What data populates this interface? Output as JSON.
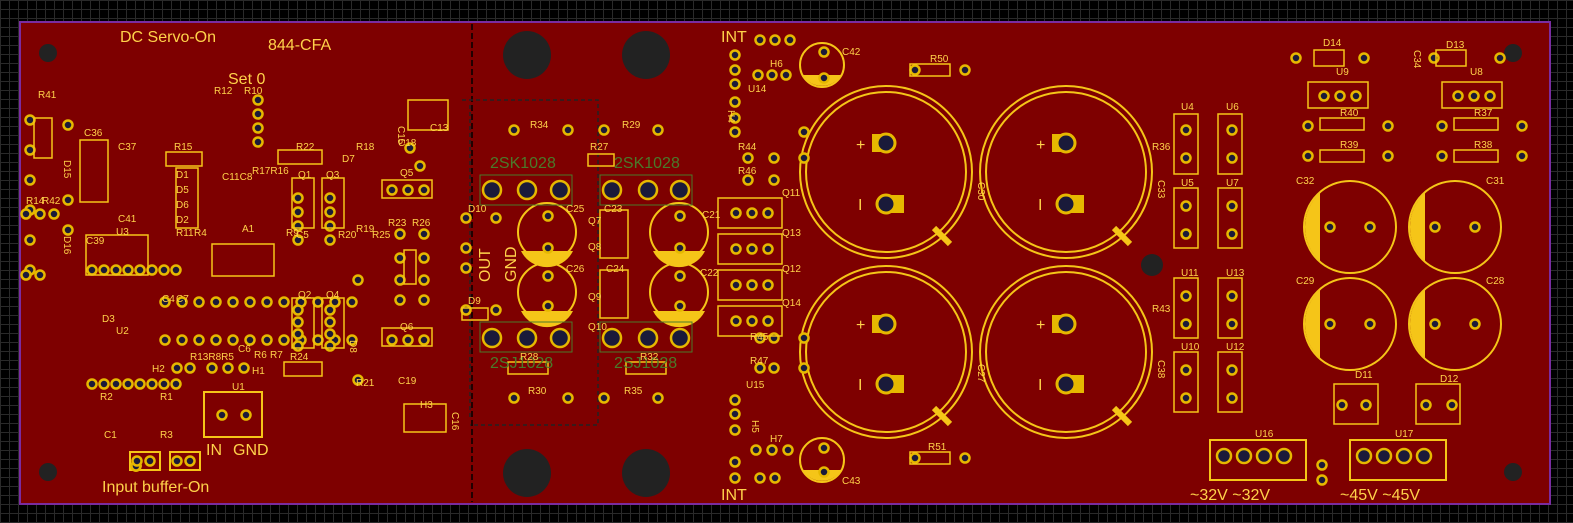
{
  "board": {
    "title": "844-CFA",
    "labels": {
      "dc_servo": "DC Servo-On",
      "set0": "Set 0",
      "input_buffer": "Input buffer-On",
      "in": "IN",
      "gnd": "GND",
      "out": "OUT",
      "gnd2": "GND",
      "int_top": "INT",
      "int_bottom": "INT",
      "v32": "~32V ~32V",
      "v45": "~45V ~45V",
      "u16": "U16",
      "u17": "U17"
    },
    "refdes": [
      {
        "id": "R41",
        "t": "R41"
      },
      {
        "id": "D15",
        "t": "D15"
      },
      {
        "id": "C36",
        "t": "C36"
      },
      {
        "id": "C37",
        "t": "C37"
      },
      {
        "id": "C41",
        "t": "C41"
      },
      {
        "id": "R14",
        "t": "R14"
      },
      {
        "id": "R42",
        "t": "R42"
      },
      {
        "id": "D16",
        "t": "D16"
      },
      {
        "id": "C39",
        "t": "C39"
      },
      {
        "id": "U3",
        "t": "U3"
      },
      {
        "id": "R15",
        "t": "R15"
      },
      {
        "id": "D1",
        "t": "D1"
      },
      {
        "id": "D5",
        "t": "D5"
      },
      {
        "id": "D6",
        "t": "D6"
      },
      {
        "id": "D2",
        "t": "D2"
      },
      {
        "id": "R11",
        "t": "R11"
      },
      {
        "id": "R4",
        "t": "R4"
      },
      {
        "id": "C11C8",
        "t": "C11C8"
      },
      {
        "id": "A1",
        "t": "A1"
      },
      {
        "id": "R17R16",
        "t": "R17R16"
      },
      {
        "id": "R12",
        "t": "R12"
      },
      {
        "id": "R10",
        "t": "R10"
      },
      {
        "id": "R22",
        "t": "R22"
      },
      {
        "id": "Q1",
        "t": "Q1"
      },
      {
        "id": "Q3",
        "t": "Q3"
      },
      {
        "id": "D7",
        "t": "D7"
      },
      {
        "id": "R18",
        "t": "R18"
      },
      {
        "id": "C18",
        "t": "C18"
      },
      {
        "id": "C15",
        "t": "C15"
      },
      {
        "id": "C13",
        "t": "C13"
      },
      {
        "id": "Q5",
        "t": "Q5"
      },
      {
        "id": "R23",
        "t": "R23"
      },
      {
        "id": "R26",
        "t": "R26"
      },
      {
        "id": "R20",
        "t": "R20"
      },
      {
        "id": "R19",
        "t": "R19"
      },
      {
        "id": "R25",
        "t": "R25"
      },
      {
        "id": "C5",
        "t": "C5"
      },
      {
        "id": "R9",
        "t": "R9"
      },
      {
        "id": "U2",
        "t": "U2"
      },
      {
        "id": "D3",
        "t": "D3"
      },
      {
        "id": "C4",
        "t": "C4"
      },
      {
        "id": "C7",
        "t": "C7"
      },
      {
        "id": "C6",
        "t": "C6"
      },
      {
        "id": "R13R8R5",
        "t": "R13R8R5"
      },
      {
        "id": "R6",
        "t": "R6"
      },
      {
        "id": "R7",
        "t": "R7"
      },
      {
        "id": "Q2",
        "t": "Q2"
      },
      {
        "id": "Q4",
        "t": "Q4"
      },
      {
        "id": "D8",
        "t": "D8"
      },
      {
        "id": "R24",
        "t": "R24"
      },
      {
        "id": "R21",
        "t": "R21"
      },
      {
        "id": "Q6",
        "t": "Q6"
      },
      {
        "id": "C19",
        "t": "C19"
      },
      {
        "id": "H2",
        "t": "H2"
      },
      {
        "id": "H1",
        "t": "H1"
      },
      {
        "id": "U1",
        "t": "U1"
      },
      {
        "id": "R2",
        "t": "R2"
      },
      {
        "id": "C1",
        "t": "C1"
      },
      {
        "id": "R1",
        "t": "R1"
      },
      {
        "id": "R3",
        "t": "R3"
      },
      {
        "id": "H3",
        "t": "H3"
      },
      {
        "id": "C16",
        "t": "C16"
      },
      {
        "id": "R34",
        "t": "R34"
      },
      {
        "id": "R29",
        "t": "R29"
      },
      {
        "id": "R27",
        "t": "R27"
      },
      {
        "id": "D10",
        "t": "D10"
      },
      {
        "id": "C25",
        "t": "C25"
      },
      {
        "id": "C23",
        "t": "C23"
      },
      {
        "id": "C21",
        "t": "C21"
      },
      {
        "id": "C26",
        "t": "C26"
      },
      {
        "id": "C24",
        "t": "C24"
      },
      {
        "id": "C22",
        "t": "C22"
      },
      {
        "id": "D9",
        "t": "D9"
      },
      {
        "id": "R28",
        "t": "R28"
      },
      {
        "id": "R32",
        "t": "R32"
      },
      {
        "id": "R30",
        "t": "R30"
      },
      {
        "id": "R35",
        "t": "R35"
      },
      {
        "id": "H6",
        "t": "H6"
      },
      {
        "id": "C42",
        "t": "C42"
      },
      {
        "id": "R50",
        "t": "R50"
      },
      {
        "id": "U14",
        "t": "U14"
      },
      {
        "id": "H4",
        "t": "H4"
      },
      {
        "id": "R44",
        "t": "R44"
      },
      {
        "id": "R46",
        "t": "R46"
      },
      {
        "id": "Q11",
        "t": "Q11"
      },
      {
        "id": "Q13",
        "t": "Q13"
      },
      {
        "id": "Q12",
        "t": "Q12"
      },
      {
        "id": "Q14",
        "t": "Q14"
      },
      {
        "id": "R45",
        "t": "R45"
      },
      {
        "id": "R47",
        "t": "R47"
      },
      {
        "id": "U15",
        "t": "U15"
      },
      {
        "id": "H5",
        "t": "H5"
      },
      {
        "id": "H7",
        "t": "H7"
      },
      {
        "id": "C43",
        "t": "C43"
      },
      {
        "id": "R51",
        "t": "R51"
      },
      {
        "id": "C30",
        "t": "C30"
      },
      {
        "id": "C27",
        "t": "C27"
      },
      {
        "id": "C33",
        "t": "C33"
      },
      {
        "id": "C38",
        "t": "C38"
      },
      {
        "id": "U4",
        "t": "U4"
      },
      {
        "id": "U6",
        "t": "U6"
      },
      {
        "id": "R36",
        "t": "R36"
      },
      {
        "id": "U5",
        "t": "U5"
      },
      {
        "id": "U7",
        "t": "U7"
      },
      {
        "id": "U11",
        "t": "U11"
      },
      {
        "id": "U13",
        "t": "U13"
      },
      {
        "id": "R43",
        "t": "R43"
      },
      {
        "id": "U10",
        "t": "U10"
      },
      {
        "id": "U12",
        "t": "U12"
      },
      {
        "id": "D14",
        "t": "D14"
      },
      {
        "id": "C34",
        "t": "C34"
      },
      {
        "id": "D13",
        "t": "D13"
      },
      {
        "id": "U9",
        "t": "U9"
      },
      {
        "id": "U8",
        "t": "U8"
      },
      {
        "id": "R40",
        "t": "R40"
      },
      {
        "id": "R37",
        "t": "R37"
      },
      {
        "id": "R39",
        "t": "R39"
      },
      {
        "id": "R38",
        "t": "R38"
      },
      {
        "id": "C32",
        "t": "C32"
      },
      {
        "id": "C31",
        "t": "C31"
      },
      {
        "id": "C29",
        "t": "C29"
      },
      {
        "id": "C28",
        "t": "C28"
      },
      {
        "id": "D11",
        "t": "D11"
      },
      {
        "id": "D12",
        "t": "D12"
      },
      {
        "id": "Q7",
        "t": "Q7"
      },
      {
        "id": "Q8",
        "t": "Q8"
      },
      {
        "id": "Q9",
        "t": "Q9"
      },
      {
        "id": "Q10",
        "t": "Q10"
      }
    ],
    "silk_faint": {
      "top_left": "2SK1028",
      "top_right": "2SK1028",
      "bot_left": "2SJ1028",
      "bot_right": "2SJ1028"
    },
    "colors": {
      "board": "#7e0000",
      "silk": "#f5c518",
      "pad": "#e6b800",
      "drill": "#1a1a3a",
      "grid": "#2a2a2a",
      "outline": "#7a2ca0"
    }
  }
}
